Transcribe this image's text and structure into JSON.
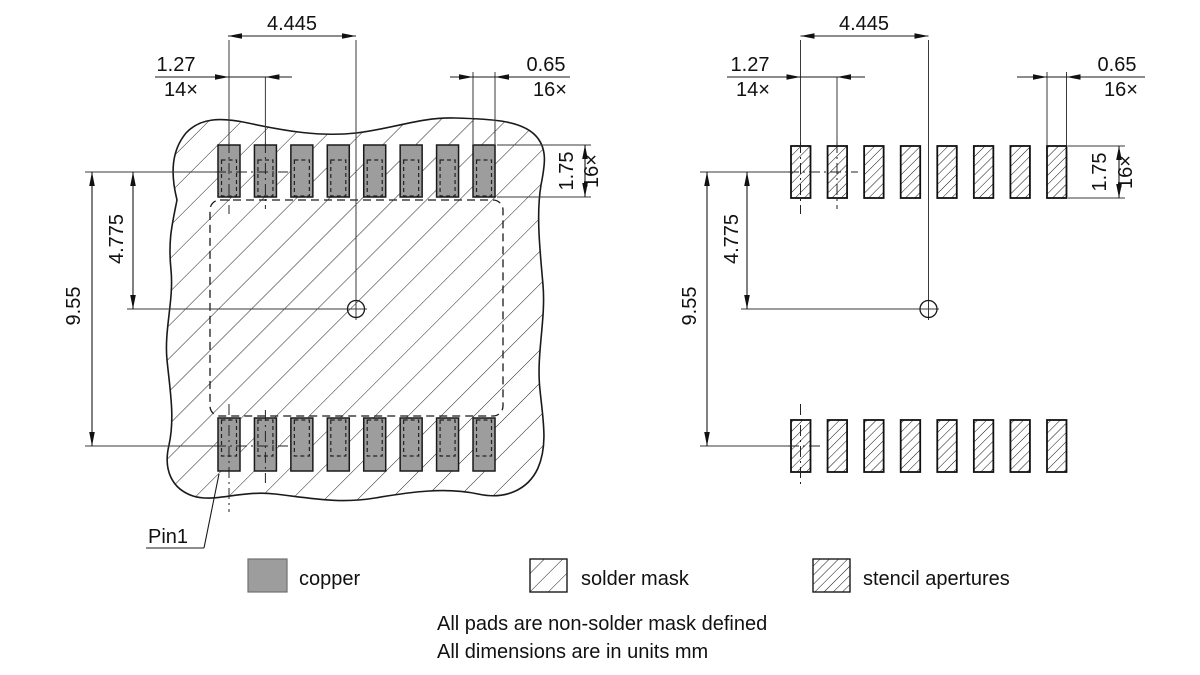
{
  "dims": {
    "span": "4.445",
    "pitch": "1.27",
    "pitch_count": "14×",
    "pad_width": "0.65",
    "pad_width_count": "16×",
    "pad_height": "1.75",
    "pad_height_count": "16×",
    "row_half": "4.775",
    "row_full": "9.55"
  },
  "pin1_label": "Pin1",
  "legend": {
    "items": [
      {
        "label": "copper"
      },
      {
        "label": "solder mask"
      },
      {
        "label": "stencil apertures"
      }
    ]
  },
  "notes": [
    "All pads are non-solder mask defined",
    "All dimensions are in units mm"
  ],
  "colors": {
    "copper_fill": "#9d9d9d",
    "line": "#1a1a1a"
  }
}
